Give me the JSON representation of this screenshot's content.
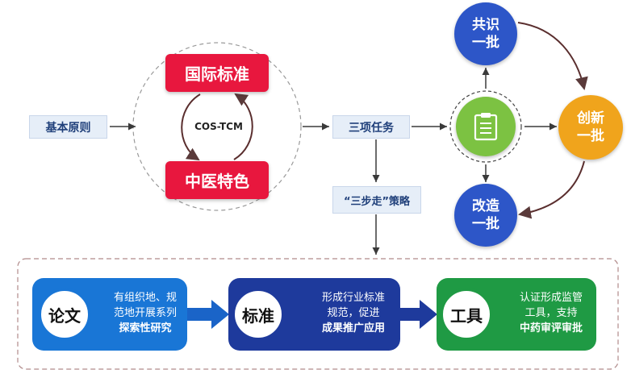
{
  "nodes": {
    "basic_principle": "基本原则",
    "intl_standard": "国际标准",
    "tcm_feature": "中医特色",
    "cos_tcm": "COS-TCM",
    "three_tasks": "三项任务",
    "three_step": "“三步走”策略"
  },
  "circles": {
    "consensus": "共识\n一批",
    "innovate": "创新\n一批",
    "reform": "改造\n一批"
  },
  "panels": [
    {
      "tag": "论文",
      "line1": "有组织地、规",
      "line2": "范地开展系列",
      "line3": "探索性研究",
      "color": "#1976d6"
    },
    {
      "tag": "标准",
      "line1": "形成行业标准",
      "line2": "规范，促进",
      "line3": "成果推广应用",
      "color": "#1e3a9c"
    },
    {
      "tag": "工具",
      "line1": "认证形成监管",
      "line2": "工具，支持",
      "line3": "中药审评审批",
      "color": "#1f9a44"
    }
  ],
  "colors": {
    "red": "#e8173e",
    "blue_circle": "#2d56c8",
    "orange_circle": "#f0a41c",
    "green_circle": "#7cc242",
    "arrow": "#3a3a3a"
  },
  "icons": {
    "center": "clipboard-icon"
  }
}
